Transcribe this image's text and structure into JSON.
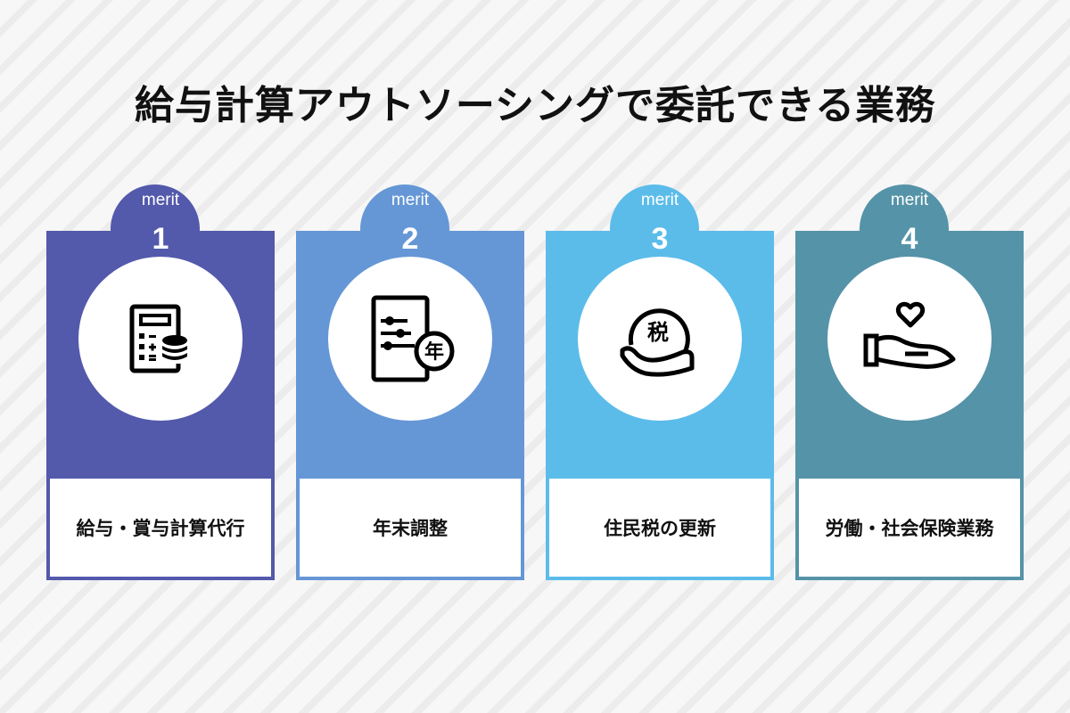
{
  "title": "給与計算アウトソーシングで委託できる業務",
  "cards": [
    {
      "merit_label": "merit",
      "number": "1",
      "label": "給与・賞与計算代行",
      "icon": "calculator-coins-icon",
      "color": "#5359ab"
    },
    {
      "merit_label": "merit",
      "number": "2",
      "label": "年末調整",
      "icon": "document-settings-year-icon",
      "color": "#6597d6"
    },
    {
      "merit_label": "merit",
      "number": "3",
      "label": "住民税の更新",
      "icon": "tax-hand-icon",
      "icon_text": "税",
      "color": "#5bbcea"
    },
    {
      "merit_label": "merit",
      "number": "4",
      "label": "労働・社会保険業務",
      "icon": "hand-heart-icon",
      "color": "#5593a8"
    }
  ],
  "icon_glyphs": {
    "year": "年"
  }
}
